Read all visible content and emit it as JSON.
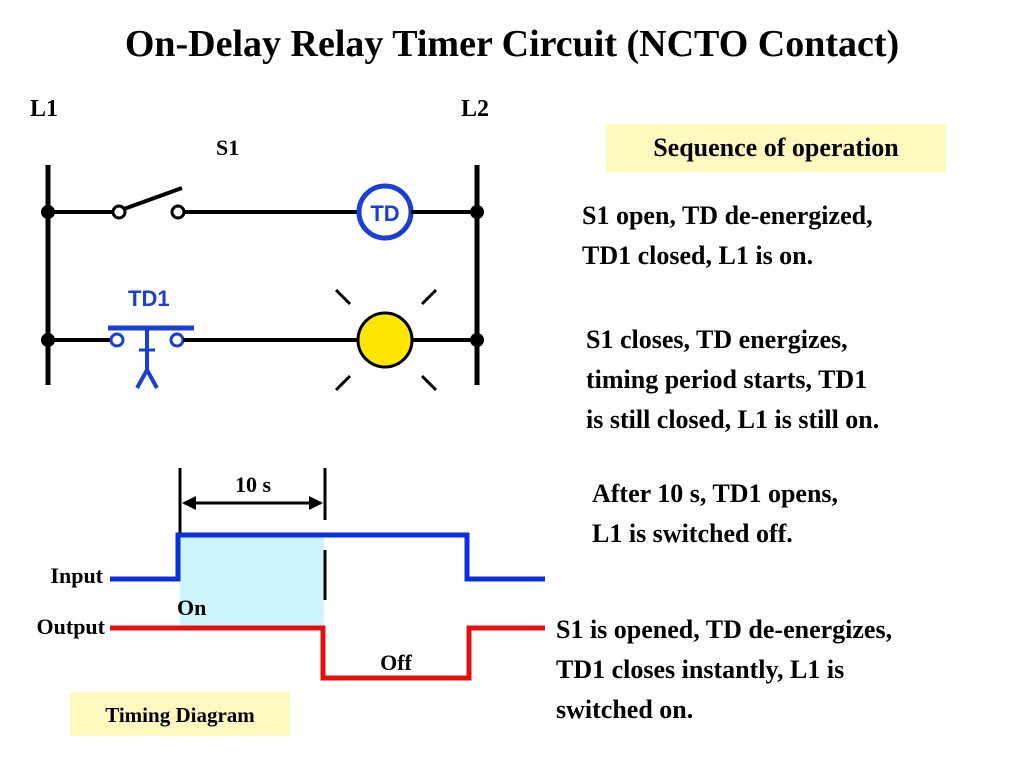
{
  "title": "On-Delay Relay Timer Circuit (NCTO Contact)",
  "circuit": {
    "left_rail_label": "L1",
    "right_rail_label": "L2",
    "switch_label": "S1",
    "coil_label": "TD",
    "contact_label": "TD1",
    "wire_color": "#000000",
    "component_color": "#1a3fd6",
    "lamp_color": "#ffe600"
  },
  "sequence": {
    "heading": "Sequence of operation",
    "steps": [
      [
        "S1 open, TD de-energized,",
        "TD1 closed, L1 is on."
      ],
      [
        "S1 closes, TD energizes,",
        "timing period starts, TD1",
        "is still closed, L1 is still on."
      ],
      [
        "After 10 s, TD1 opens,",
        "L1 is switched off."
      ],
      [
        "S1 is opened, TD de-energizes,",
        "TD1 closes instantly, L1 is",
        "switched on."
      ]
    ]
  },
  "timing": {
    "heading": "Timing Diagram",
    "delay_label": "10 s",
    "input_label": "Input",
    "output_label": "Output",
    "on_label": "On",
    "off_label": "Off",
    "input_color": "#0a2fdc",
    "output_color": "#e41010",
    "delay_fill": "#ccf6fb"
  }
}
